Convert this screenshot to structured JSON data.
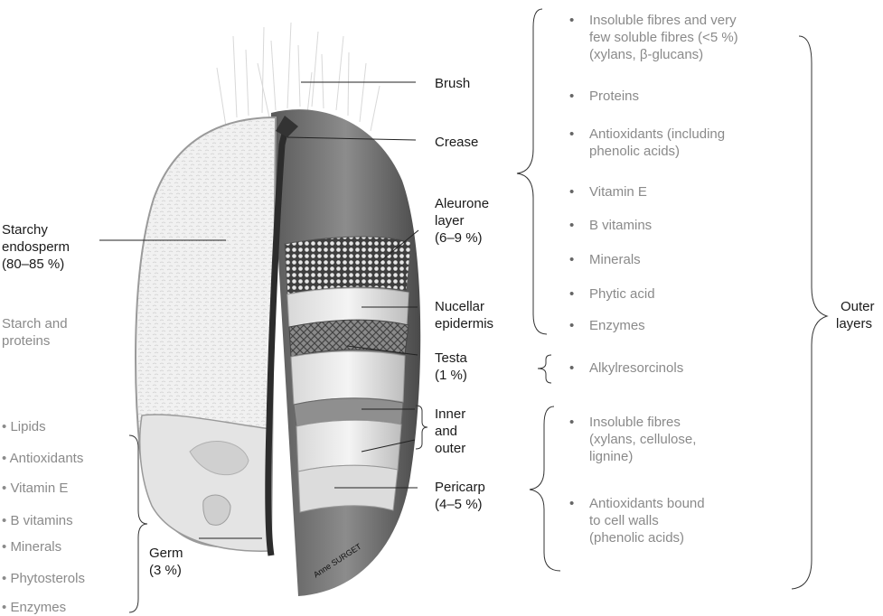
{
  "labels": {
    "brush": "Brush",
    "crease": "Crease",
    "aleurone": [
      "Aleurone",
      "layer",
      "(6–9 %)"
    ],
    "nucellar": [
      "Nucellar",
      "epidermis"
    ],
    "testa": [
      "Testa",
      "(1 %)"
    ],
    "inner_outer": [
      "Inner",
      "and",
      "outer"
    ],
    "pericarp": [
      "Pericarp",
      "(4–5 %)"
    ],
    "starchy": [
      "Starchy",
      "endosperm",
      "(80–85 %)"
    ],
    "starch_proteins": [
      "Starch and",
      "proteins"
    ],
    "germ": [
      "Germ",
      "(3 %)"
    ],
    "outer_layers": [
      "Outer",
      "layers"
    ],
    "signature": "Anne SURGET"
  },
  "germ_components": [
    "Lipids",
    "Antioxidants",
    "Vitamin E",
    "B vitamins",
    "Minerals",
    "Phytosterols",
    "Enzymes"
  ],
  "aleurone_components": [
    [
      "Insoluble fibres and very",
      "few soluble fibres (<5 %)",
      "(xylans, β-glucans)"
    ],
    [
      "Proteins"
    ],
    [
      "Antioxidants (including",
      "phenolic acids)"
    ],
    [
      "Vitamin E"
    ],
    [
      "B vitamins"
    ],
    [
      "Minerals"
    ],
    [
      "Phytic acid"
    ],
    [
      "Enzymes"
    ]
  ],
  "testa_components": [
    "Alkylresorcinols"
  ],
  "pericarp_components": [
    [
      "Insoluble fibres",
      "(xylans, cellulose,",
      "lignine)"
    ],
    [
      "Antioxidants bound",
      "to cell walls",
      "(phenolic acids)"
    ]
  ],
  "bullet": "•"
}
